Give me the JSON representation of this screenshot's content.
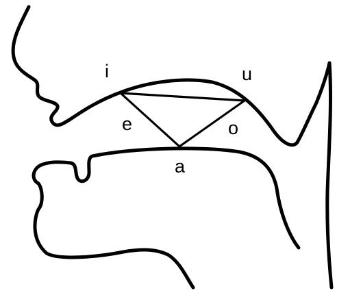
{
  "diagram": {
    "vowel_labels": {
      "i": "i",
      "u": "u",
      "e": "e",
      "o": "o",
      "a": "a"
    },
    "stroke_color": "#000000",
    "background_color": "#ffffff"
  }
}
